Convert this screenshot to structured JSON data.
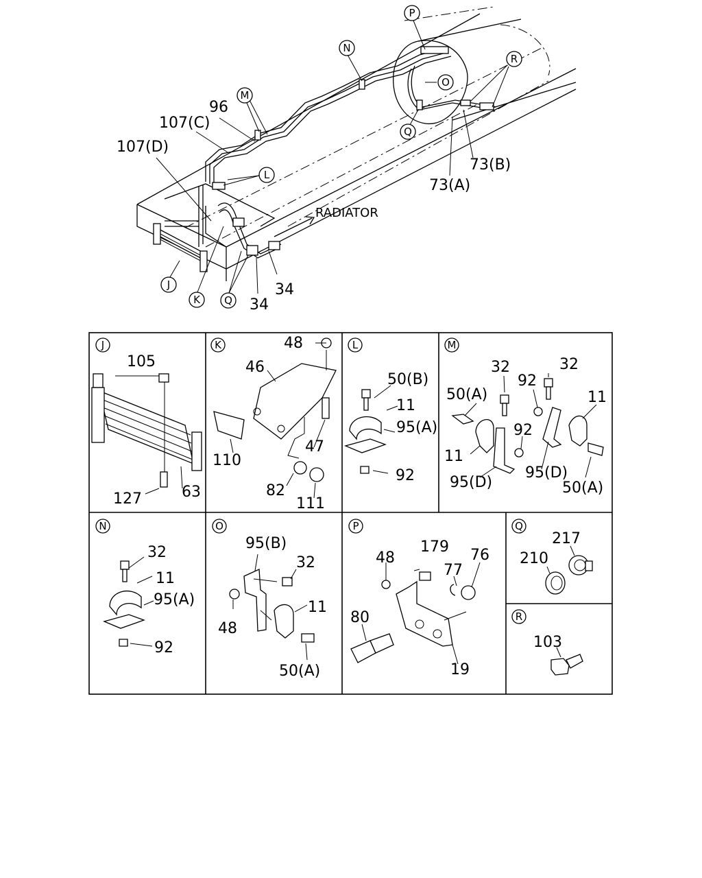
{
  "overview": {
    "callouts": {
      "P": "P",
      "N": "N",
      "M": "M",
      "L": "L",
      "O": "O",
      "R": "R",
      "Q_top": "Q",
      "J": "J",
      "K": "K",
      "Q_bottom": "Q"
    },
    "labels": {
      "l96": "96",
      "l107c": "107(C)",
      "l107d": "107(D)",
      "l73b": "73(B)",
      "l73a": "73(A)",
      "radiator": "RADIATOR",
      "l34a": "34",
      "l34b": "34"
    }
  },
  "panels": {
    "J": {
      "letter": "J",
      "labels": {
        "a": "105",
        "b": "127",
        "c": "63"
      }
    },
    "K": {
      "letter": "K",
      "labels": {
        "a": "48",
        "b": "46",
        "c": "110",
        "d": "47",
        "e": "82",
        "f": "111"
      }
    },
    "L": {
      "letter": "L",
      "labels": {
        "a": "50(B)",
        "b": "11",
        "c": "95(A)",
        "d": "92"
      }
    },
    "M": {
      "letter": "M",
      "labels": {
        "a": "32",
        "b": "32",
        "c": "92",
        "d": "50(A)",
        "e": "11",
        "f": "92",
        "g": "11",
        "h": "95(D)",
        "i": "95(D)",
        "j": "50(A)"
      }
    },
    "N": {
      "letter": "N",
      "labels": {
        "a": "32",
        "b": "11",
        "c": "95(A)",
        "d": "92"
      }
    },
    "O": {
      "letter": "O",
      "labels": {
        "a": "95(B)",
        "b": "32",
        "c": "11",
        "d": "48",
        "e": "50(A)"
      }
    },
    "P": {
      "letter": "P",
      "labels": {
        "a": "179",
        "b": "48",
        "c": "76",
        "d": "77",
        "e": "80",
        "f": "19"
      }
    },
    "Q": {
      "letter": "Q",
      "labels": {
        "a": "217",
        "b": "210"
      }
    },
    "R": {
      "letter": "R",
      "labels": {
        "a": "103"
      }
    }
  }
}
